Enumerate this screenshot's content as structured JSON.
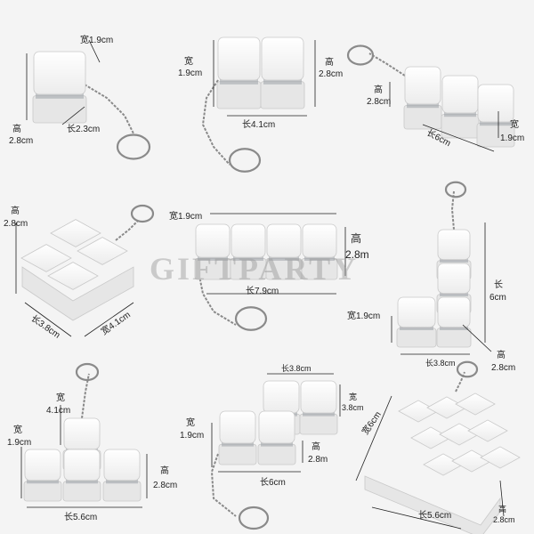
{
  "watermark": "GIFTPARTY",
  "colors": {
    "cap": "#fbfbfb",
    "cap_edge": "#c9c9c9",
    "base": "#e6e6e6",
    "switch": "#9aa0a6",
    "chain": "#8a8a8a",
    "bg": "#f4f4f4"
  },
  "products": [
    {
      "id": "1key",
      "labels": [
        "宽1.9cm",
        "高",
        "2.8cm",
        "长2.3cm"
      ]
    },
    {
      "id": "2key",
      "labels": [
        "宽",
        "1.9cm",
        "高",
        "2.8cm",
        "长4.1cm"
      ]
    },
    {
      "id": "3key",
      "labels": [
        "高",
        "2.8cm",
        "宽",
        "1.9cm",
        "长6cm"
      ]
    },
    {
      "id": "4key",
      "labels": [
        "高",
        "2.8cm",
        "长3.8cm",
        "宽4.1cm"
      ]
    },
    {
      "id": "4row",
      "labels": [
        "宽1.9cm",
        "高",
        "2.8m",
        "长7.9cm"
      ]
    },
    {
      "id": "L4",
      "labels": [
        "长",
        "6cm",
        "宽1.9cm",
        "高",
        "2.8cm",
        "长3.8cm"
      ]
    },
    {
      "id": "T4",
      "labels": [
        "宽",
        "4.1cm",
        "宽",
        "1.9cm",
        "高",
        "2.8cm",
        "长5.6cm"
      ]
    },
    {
      "id": "Z4",
      "labels": [
        "长3.8cm",
        "宽",
        "3.8cm",
        "宽",
        "1.9cm",
        "高",
        "2.8m",
        "长6cm"
      ]
    },
    {
      "id": "9key",
      "labels": [
        "宽6cm",
        "高",
        "2.8cm",
        "长5.6cm"
      ]
    }
  ]
}
